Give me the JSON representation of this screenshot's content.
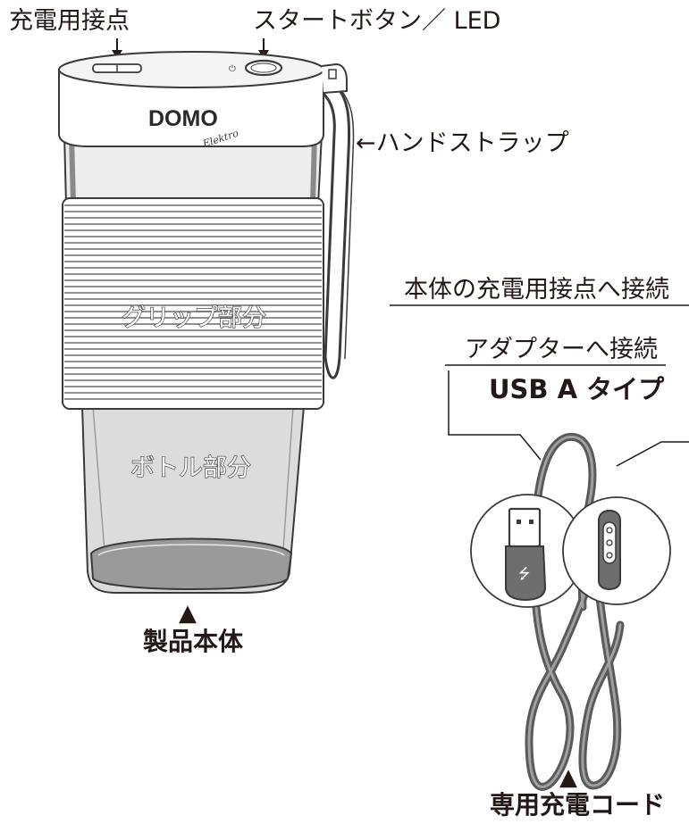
{
  "labels": {
    "charging_contact": "充電用接点",
    "start_button": "スタートボタン／ LED",
    "hand_strap": "←ハンドストラップ",
    "grip": "グリップ部分",
    "bottle": "ボトル部分",
    "main_unit": "製品本体",
    "connect_body": "本体の充電用接点へ接続",
    "connect_adapter": "アダプターへ接続",
    "usb_type": "USB A タイプ",
    "cord": "専用充電コード",
    "triangle": "▲"
  },
  "logo": {
    "brand": "DOMO",
    "sub": "Elektro"
  },
  "colors": {
    "ink": "#231815",
    "cord": "#666666",
    "bottle_tint": "#d8d8d8"
  }
}
